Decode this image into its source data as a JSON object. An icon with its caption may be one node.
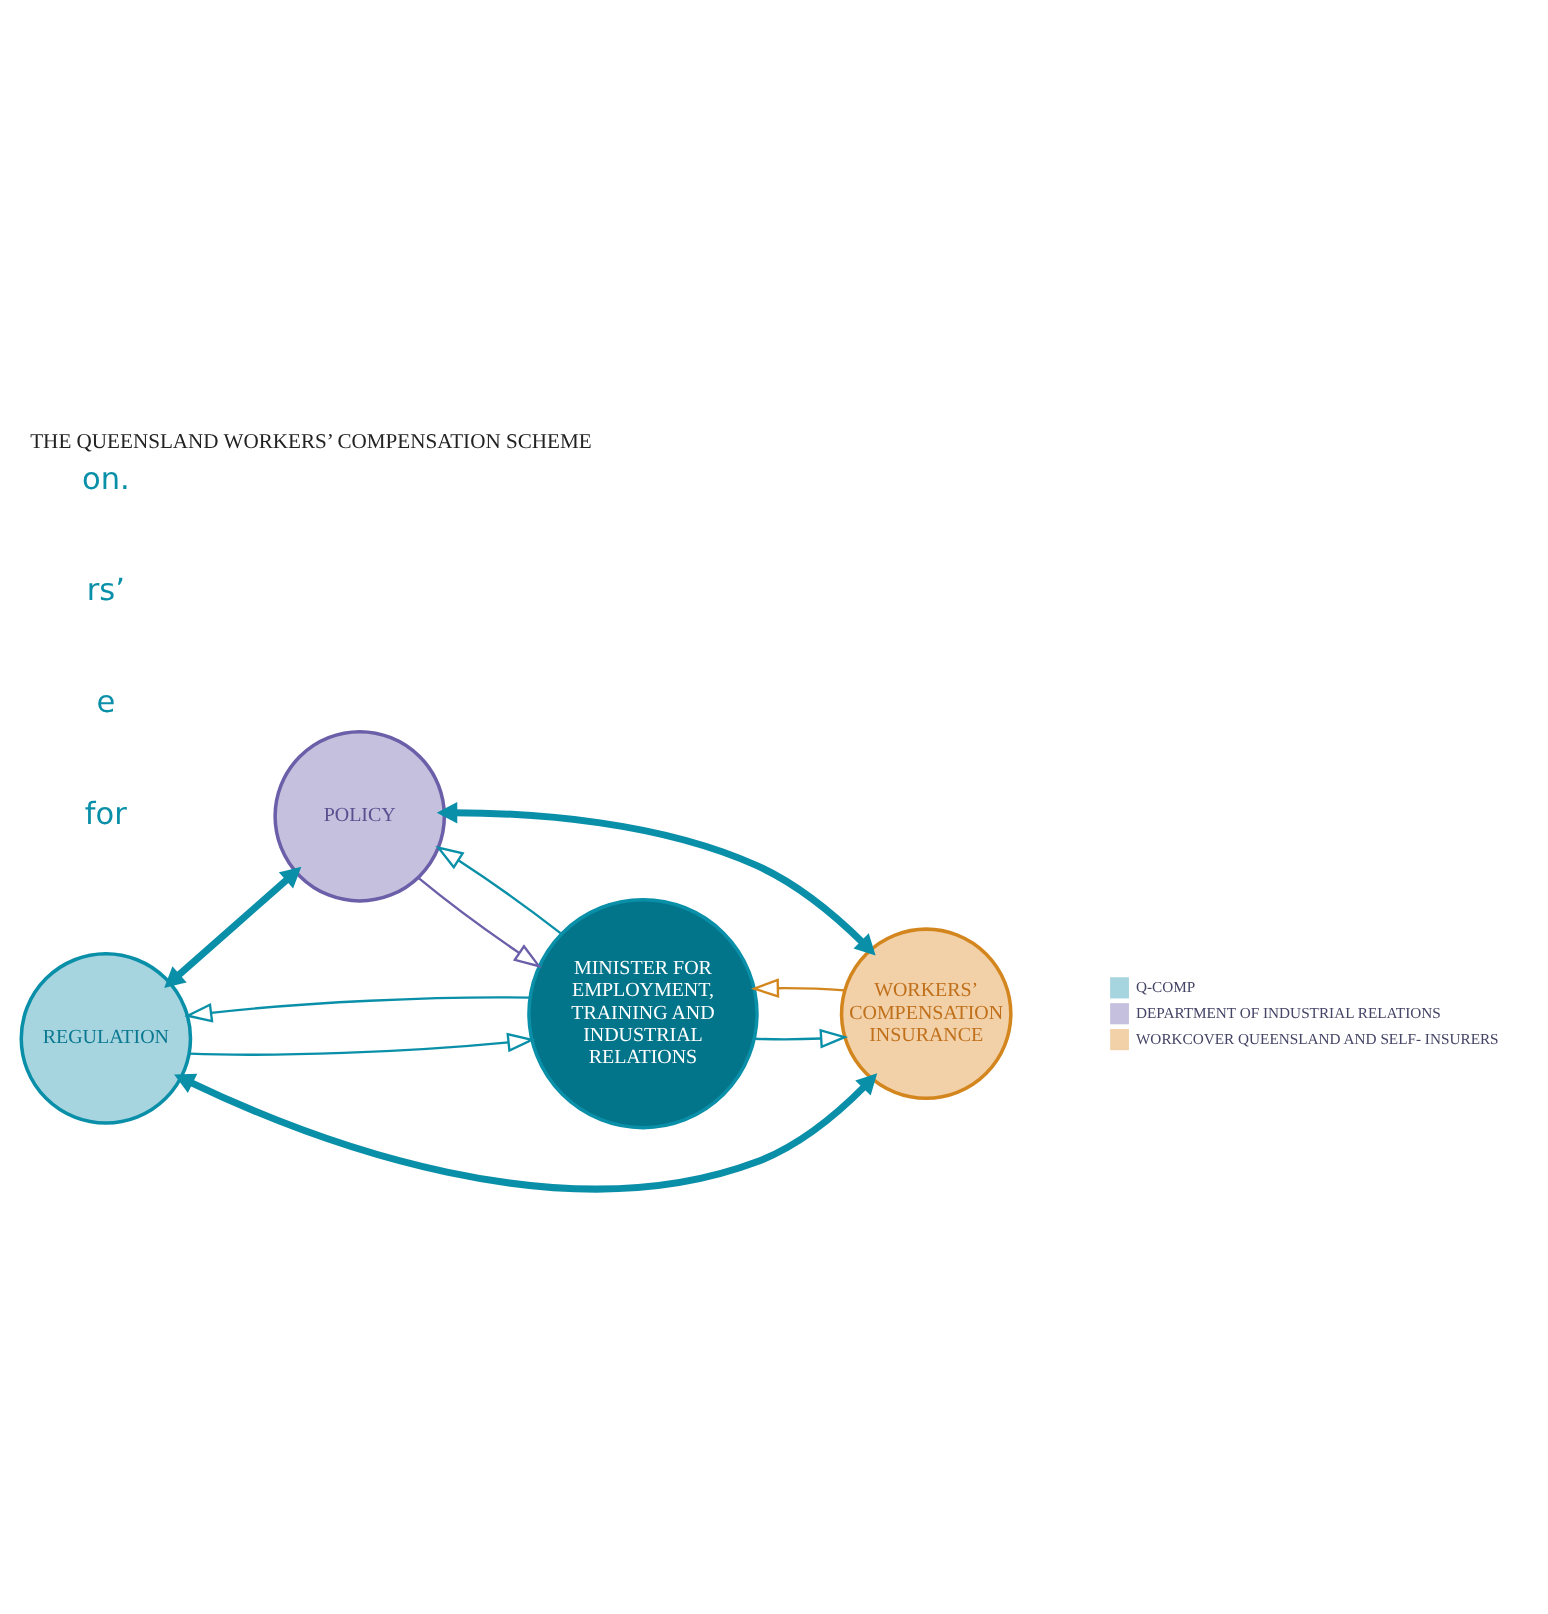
{
  "diagram": {
    "title": "THE QUEENSLAND WORKERS’ COMPENSATION SCHEME",
    "nodes": [
      {
        "text": [
          "REGULATION"
        ]
      },
      {
        "text": [
          "POLICY"
        ]
      },
      {
        "text": [
          "MINISTER FOR EMPLOYMENT, TRAINING AND INDUSTRIAL RELATIONS"
        ]
      },
      {
        "text": [
          "WORKERS’ COMPENSATION INSURANCE"
        ]
      }
    ],
    "edges": [
      {
        "from": 2,
        "to": 0,
        "arrow": "to"
      },
      {
        "from": 0,
        "to": 2,
        "arrow": "to"
      },
      {
        "from": 2,
        "to": 1,
        "arrow": "to"
      },
      {
        "from": 1,
        "to": 2,
        "arrow": "to",
        "color": "#6a5fa8"
      },
      {
        "from": 2,
        "to": 3,
        "arrow": "to"
      },
      {
        "from": 3,
        "to": 2,
        "arrow": "to",
        "color": "#d4861e"
      },
      {
        "from": 0,
        "to": 1,
        "arrow": "both",
        "style": "thick"
      },
      {
        "from": 0,
        "to": 3,
        "arrow": "both",
        "style": "thick"
      },
      {
        "from": 1,
        "to": 3,
        "arrow": "both",
        "style": "thick"
      }
    ],
    "labels": [
      "for",
      "e",
      "rs’",
      "on."
    ],
    "legend": [
      {
        "text": "Q-COMP",
        "color": "#a6d4df"
      },
      {
        "text": "DEPARTMENT OF INDUSTRIAL RELATIONS",
        "color": "#c4c0dd"
      },
      {
        "text": "WORKCOVER QUEENSLAND AND SELF- INSURERS",
        "color": "#f2d0a8"
      }
    ]
  }
}
